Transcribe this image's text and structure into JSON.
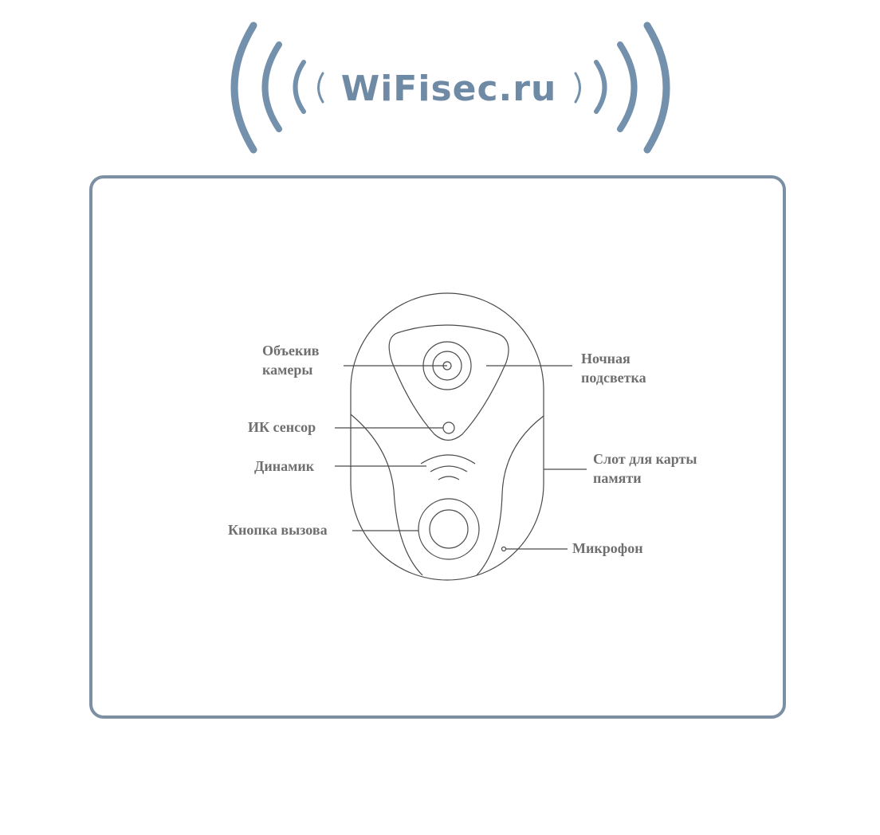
{
  "logo": {
    "text": "WiFisec.ru",
    "color": "#6f8aa5"
  },
  "frame": {
    "border_color": "#7d8fa3"
  },
  "device": {
    "line_color": "#4a4a4a"
  },
  "labels": {
    "camera_lens": "Объекив\nкамеры",
    "ir_sensor": "ИК сенсор",
    "speaker": "Динамик",
    "call_button": "Кнопка вызова",
    "night_light": "Ночная\nподсветка",
    "memory_slot": "Слот для карты\nпамяти",
    "microphone": "Микрофон"
  }
}
